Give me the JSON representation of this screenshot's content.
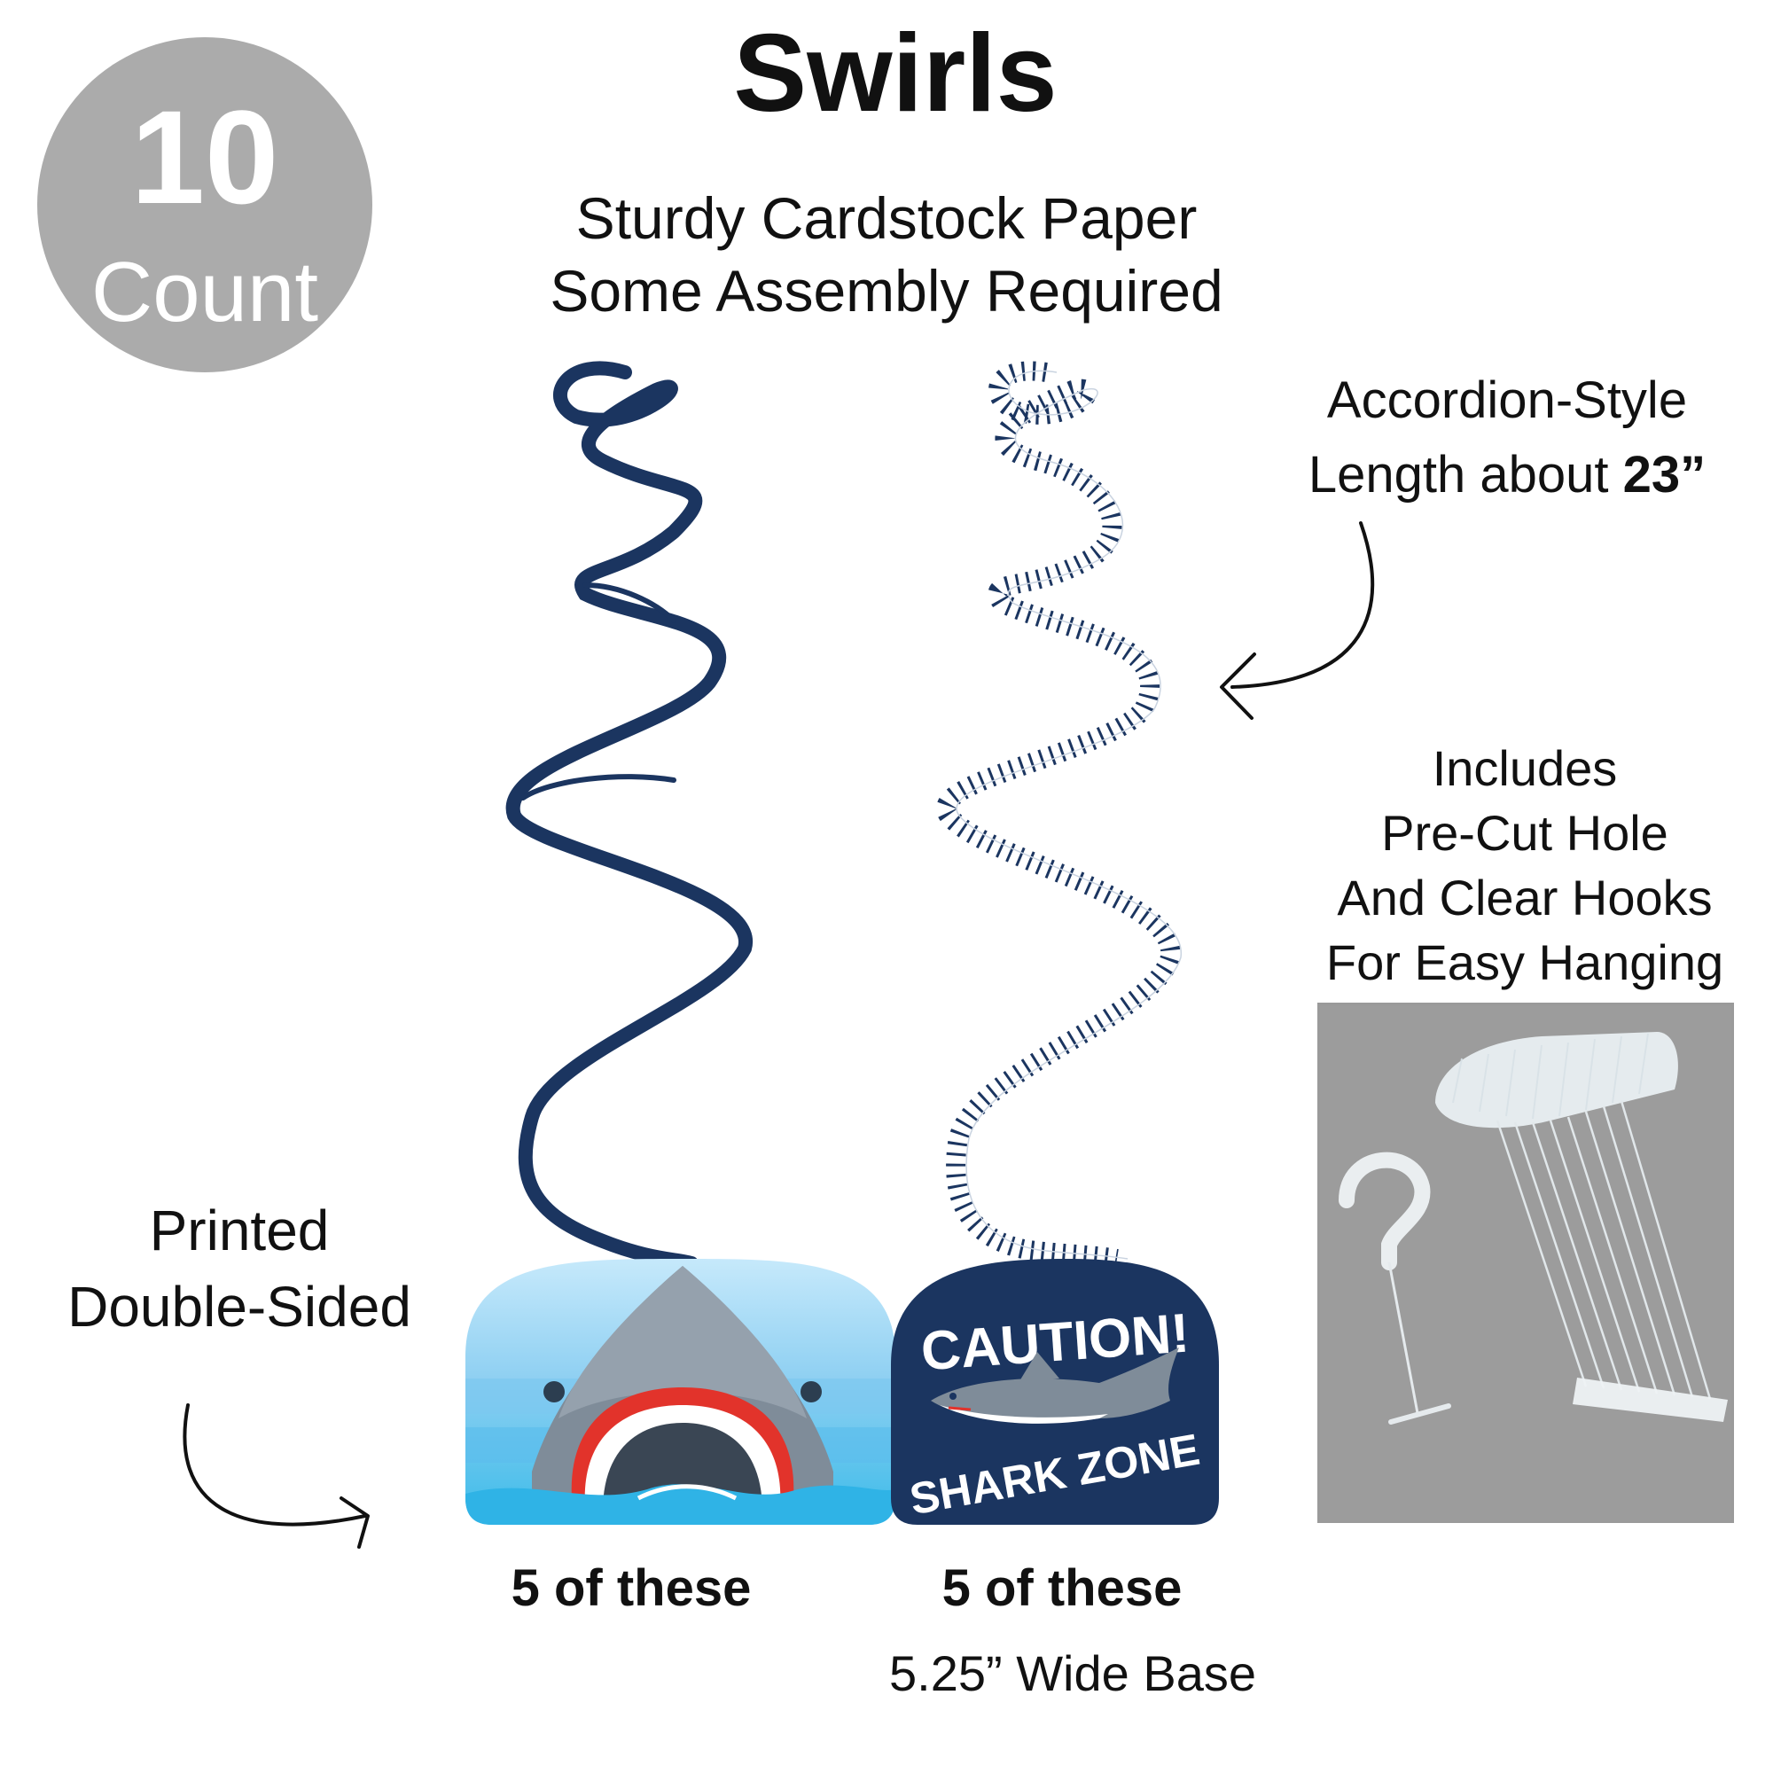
{
  "badge": {
    "number": "10",
    "word": "Count"
  },
  "header": {
    "title": "Swirls",
    "line1": "Sturdy Cardstock Paper",
    "line2": "Some Assembly Required"
  },
  "accordion": {
    "line1": "Accordion-Style",
    "line2_prefix": "Length about ",
    "line2_value": "23”"
  },
  "hooks": {
    "lines": [
      "Includes",
      "Pre-Cut Hole",
      "And Clear Hooks",
      "For Easy Hanging"
    ]
  },
  "printed": {
    "line1": "Printed",
    "line2": "Double-Sided"
  },
  "left_item": {
    "count_label": "5 of these"
  },
  "right_item": {
    "count_label": "5 of these",
    "base_label": "5.25” Wide Base",
    "sign_line1": "CAUTION!",
    "sign_line2": "SHARK ZONE"
  },
  "colors": {
    "navy": "#1b3560",
    "badge_gray": "#ababab",
    "sky_blue": "#8fd0f2",
    "shark_gray": "#7f8c99",
    "mouth_red": "#e2332b"
  },
  "icons": [
    "curved-arrow-left-icon",
    "curved-arrow-right-icon"
  ]
}
